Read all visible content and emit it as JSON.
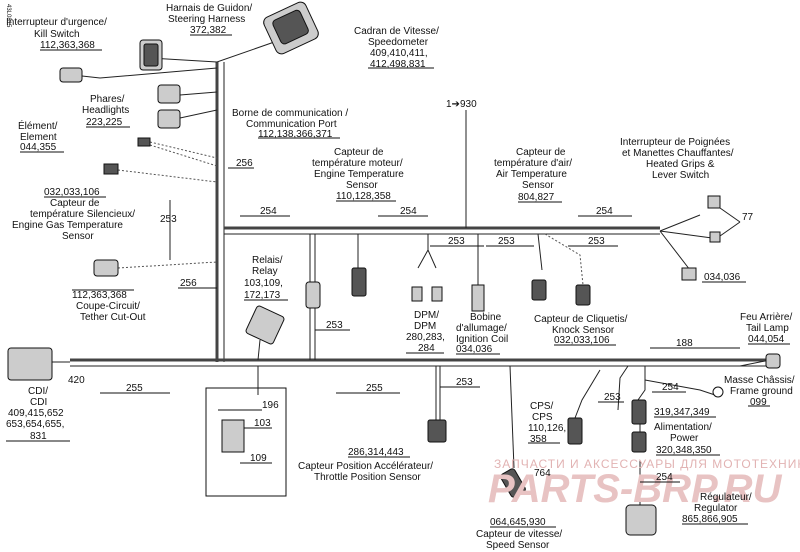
{
  "side_code": "43L0815",
  "watermark": {
    "line1": "ЗАПЧАСТИ И АКСЕССУАРЫ ДЛЯ МОТОТЕХНИКИ",
    "line2": "PARTS-BRP.RU"
  },
  "labels": {
    "kill_switch": {
      "l1": "Interrupteur d'urgence/",
      "l2": "Kill Switch",
      "refs": "112,363,368"
    },
    "steering_harness": {
      "l1": "Harnais de Guidon/",
      "l2": "Steering Harness",
      "refs": "372,382"
    },
    "speedometer": {
      "l1": "Cadran de Vitesse/",
      "l2": "Speedometer",
      "refs1": "409,410,411,",
      "refs2": "412,498,831"
    },
    "headlights": {
      "l1": "Phares/",
      "l2": "Headlights",
      "refs": "223,225"
    },
    "element": {
      "l1": "Élément/",
      "l2": "Element",
      "refs": "044,355"
    },
    "comm_port": {
      "l1": "Borne de communication /",
      "l2": "Communication Port",
      "refs": "112,138,366,371"
    },
    "engine_temp": {
      "l1": "Capteur de",
      "l2": "température moteur/",
      "l3": "Engine Temperature",
      "l4": "Sensor",
      "refs": "110,128,358"
    },
    "page_ref": "1➔930",
    "air_temp": {
      "l1": "Capteur de",
      "l2": "température d'air/",
      "l3": "Air Temperature",
      "l4": "Sensor",
      "refs": "804,827"
    },
    "heated_grips": {
      "l1": "Interrupteur de Poignées",
      "l2": "et Manettes Chauffantes/",
      "l3": "Heated Grips &",
      "l4": "Lever Switch"
    },
    "gas_temp": {
      "refs": "032,033,106",
      "l1": "Capteur de",
      "l2": "température Silencieux/",
      "l3": "Engine Gas Temperature",
      "l4": "Sensor"
    },
    "tether": {
      "refs": "112,363,368",
      "l1": "Coupe-Circuit/",
      "l2": "Tether Cut-Out"
    },
    "relay": {
      "l1": "Relais/",
      "l2": "Relay",
      "refs1": "103,109,",
      "refs2": "172,173"
    },
    "dpm": {
      "l1": "DPM/",
      "l2": "DPM",
      "refs1": "280,283,",
      "refs2": "284"
    },
    "ignition_coil": {
      "l1": "Bobine",
      "l2": "d'allumage/",
      "l3": "Ignition Coil",
      "refs": "034,036"
    },
    "knock_sensor": {
      "l1": "Capteur de Cliquetis/",
      "l2": "Knock Sensor",
      "refs": "032,033,106"
    },
    "tail_lamp": {
      "l1": "Feu Arrière/",
      "l2": "Tail Lamp",
      "refs": "044,054"
    },
    "cdi": {
      "l1": "CDI/",
      "l2": "CDI",
      "refs1": "409,415,652",
      "refs2": "653,654,655,",
      "refs3": "831"
    },
    "cps": {
      "l1": "CPS/",
      "l2": "CPS",
      "refs1": "110,126,",
      "refs2": "358"
    },
    "frame_ground": {
      "l1": "Masse Châssis/",
      "l2": "Frame ground",
      "refs": "099"
    },
    "power": {
      "refs_a": "319,347,349",
      "l1": "Alimentation/",
      "l2": "Power",
      "refs": "320,348,350"
    },
    "throttle": {
      "refs": "286,314,443",
      "l1": "Capteur Position Accélérateur/",
      "l2": "Throttle Position Sensor"
    },
    "regulator": {
      "l1": "Régulateur/",
      "l2": "Regulator",
      "refs": "865,866,905"
    },
    "speed_sensor": {
      "refs": "064,645,930",
      "l1": "Capteur de vitesse/",
      "l2": "Speed Sensor"
    },
    "grip_refs": "034,036"
  },
  "wire_numbers": {
    "w256a": "256",
    "w253a": "253",
    "w256b": "256",
    "w254a": "254",
    "w254b": "254",
    "w254c": "254",
    "w253b": "253",
    "w253c": "253",
    "w253d": "253",
    "w77": "77",
    "w253e": "253",
    "w188": "188",
    "w420": "420",
    "w255a": "255",
    "w255b": "255",
    "w253f": "253",
    "w254d": "254",
    "w253g": "253",
    "w254e": "254",
    "w764": "764",
    "w196": "196",
    "w103": "103",
    "w109": "109"
  }
}
